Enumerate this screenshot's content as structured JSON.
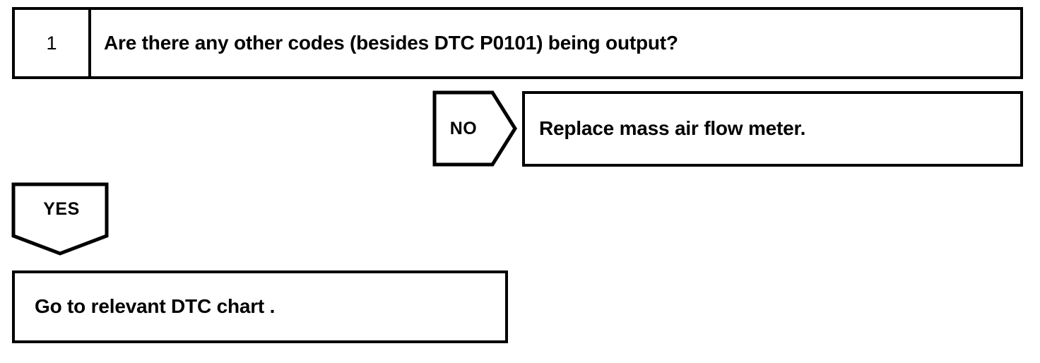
{
  "diagram": {
    "type": "troubleshooting-flowchart",
    "ink_color": "#000000",
    "background_color": "#ffffff",
    "step": {
      "number": "1",
      "question": "Are there any other codes (besides DTC P0101) being output?"
    },
    "branches": [
      {
        "label": "NO",
        "shape": "pentagon-arrow-right",
        "action": "Replace mass air flow meter."
      },
      {
        "label": "YES",
        "shape": "pentagon-arrow-down",
        "action": "Go to relevant DTC chart ."
      }
    ]
  }
}
